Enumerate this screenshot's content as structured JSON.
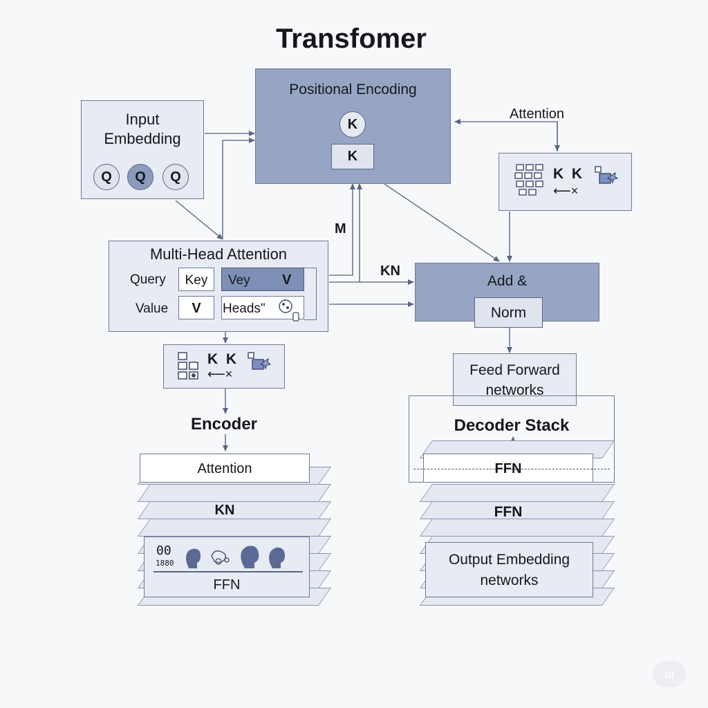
{
  "title": "Transfomer",
  "positional_encoding": {
    "label": "Positional Encoding",
    "circle": "K",
    "box": "K"
  },
  "input_embedding": {
    "label_line1": "Input",
    "label_line2": "Embedding",
    "circles": [
      "Q",
      "Q",
      "Q"
    ]
  },
  "attention_panel": {
    "label": "Attention",
    "keys": "K  K",
    "arrow_text": "⟵×"
  },
  "multi_head": {
    "label": "Multi-Head Attention",
    "query_label": "Query",
    "key_cell": "Key",
    "vey_cell": "Vey",
    "v_cell": "V",
    "value_label": "Value",
    "value_v": "V",
    "heads_cell": "Heads\""
  },
  "wire_labels": {
    "m": "M",
    "kn": "KN"
  },
  "add_norm": {
    "label": "Add &",
    "norm": "Norm"
  },
  "small_panel": {
    "keys": "K  K",
    "arrow_text": "⟵×"
  },
  "feed_forward": {
    "line1": "Feed Forward",
    "line2": "networks"
  },
  "encoder": {
    "label": "Encoder",
    "attention": "Attention",
    "kn": "KN",
    "ffn": "FFN",
    "glyph_text_top": "00",
    "glyph_text_bottom": "1880"
  },
  "decoder": {
    "label": "Decoder Stack",
    "ffn_top": "FFN",
    "ffn_mid": "FFN",
    "output_line1": "Output Embedding",
    "output_line2": "networks"
  },
  "watermark": "ai"
}
